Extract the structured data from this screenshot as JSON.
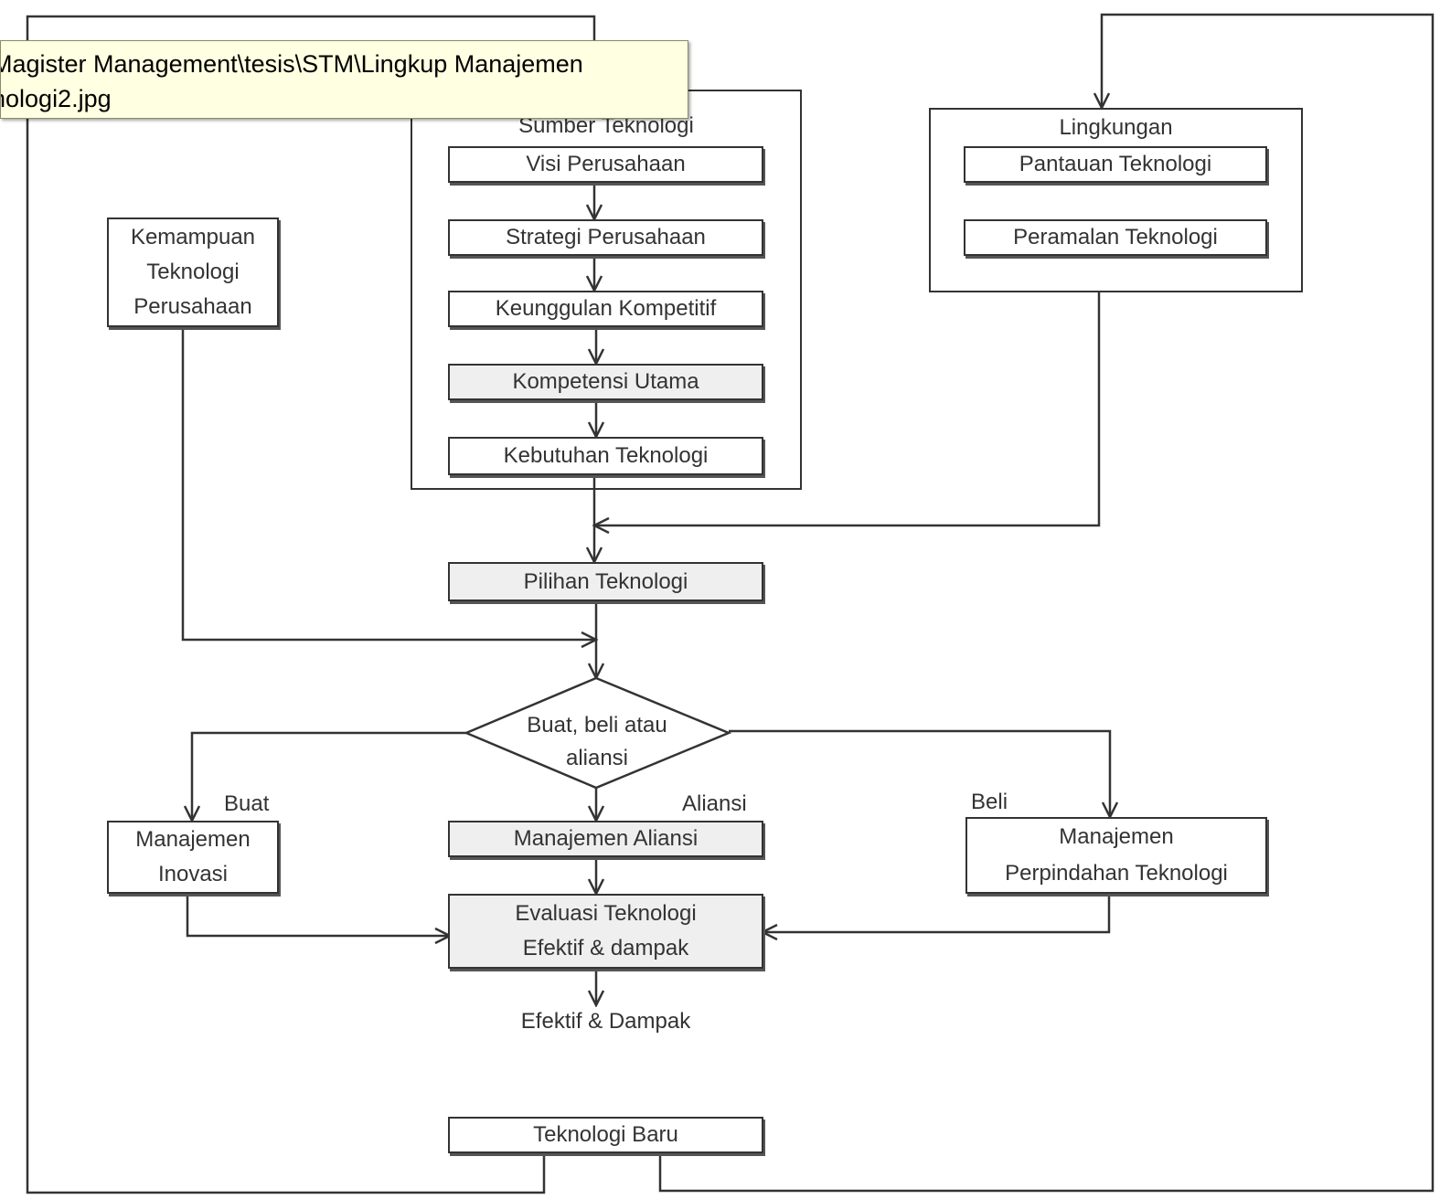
{
  "tooltip": {
    "line1": "Magister Management\\tesis\\STM\\Lingkup Manajemen",
    "line2": "nologi2.jpg"
  },
  "sumber": {
    "title": "Sumber Teknologi",
    "items": [
      "Visi Perusahaan",
      "Strategi Perusahaan",
      "Keunggulan Kompetitif",
      "Kompetensi Utama",
      "Kebutuhan Teknologi"
    ]
  },
  "lingkungan": {
    "title": "Lingkungan",
    "items": [
      "Pantauan Teknologi",
      "Peramalan Teknologi"
    ]
  },
  "kemampuan": {
    "line1": "Kemampuan",
    "line2": "Teknologi",
    "line3": "Perusahaan"
  },
  "pilihan": "Pilihan Teknologi",
  "decision": {
    "line1": "Buat, beli atau",
    "line2": "aliansi"
  },
  "labels": {
    "buat": "Buat",
    "aliansi": "Aliansi",
    "beli": "Beli"
  },
  "inovasi": {
    "line1": "Manajemen",
    "line2": "Inovasi"
  },
  "aliansi_mgmt": "Manajemen Aliansi",
  "perpindahan": {
    "line1": "Manajemen",
    "line2": "Perpindahan Teknologi"
  },
  "evaluasi": {
    "line1": "Evaluasi Teknologi",
    "line2": "Efektif & dampak"
  },
  "efektif": "Efektif & Dampak",
  "baru": "Teknologi Baru",
  "colors": {
    "line": "#333333",
    "tooltip_bg": "#ffffe1",
    "box_gray": "#efefef"
  }
}
